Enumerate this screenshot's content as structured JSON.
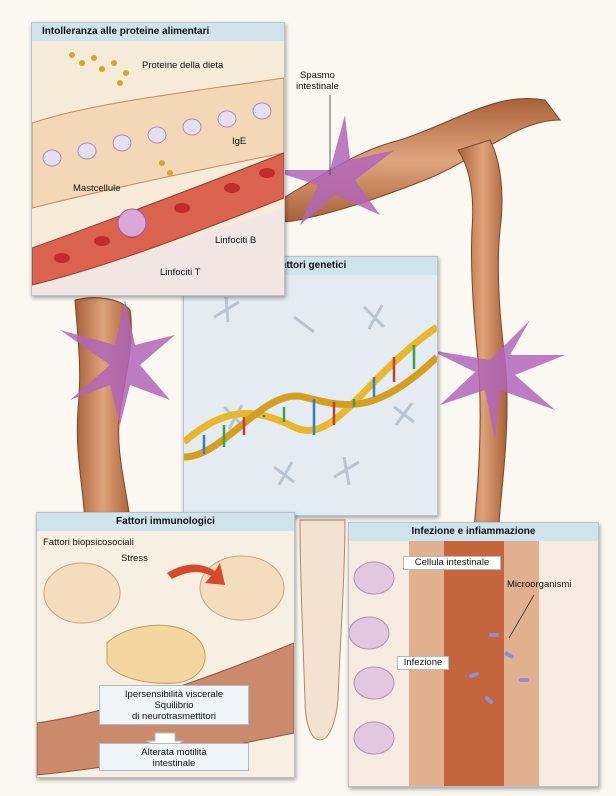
{
  "panels": {
    "food_intolerance": {
      "title": "Intolleranza alle proteine alimentari",
      "labels": {
        "dietary_proteins": "Proteine della dieta",
        "ige": "IgE",
        "mast_cells": "Mastcellule",
        "b_lymphocytes": "Linfociti B",
        "t_lymphocytes": "Linfociti T"
      }
    },
    "genetic": {
      "title": "Fattori genetici"
    },
    "immunological": {
      "title": "Fattori immunologici",
      "labels": {
        "biopsychosocial": "Fattori biopsicosociali",
        "stress": "Stress",
        "hypersensitivity_line1": "Ipersensibilità viscerale",
        "hypersensitivity_line2": "Squilibrio",
        "hypersensitivity_line3": "di neurotrasmettitori",
        "motility_line1": "Alterata motilità",
        "motility_line2": "intestinale"
      }
    },
    "infection": {
      "title": "Infezione e infiammazione",
      "labels": {
        "intestinal_cell": "Cellula intestinale",
        "microorganisms": "Microorganismi",
        "infection": "Infezione"
      }
    }
  },
  "callouts": {
    "spasm_line1": "Spasmo",
    "spasm_line2": "intestinale"
  },
  "colors": {
    "panel_title_bg": "#cfe3ec",
    "intestine": "#c98556",
    "spasm": "#b265b8",
    "dna_gold": "#e9b62c"
  }
}
